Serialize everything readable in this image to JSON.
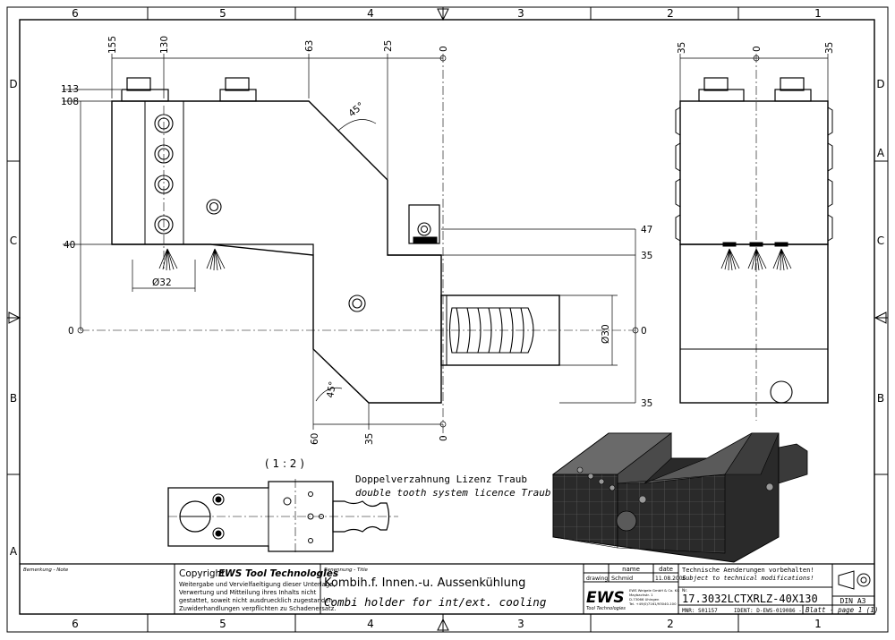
{
  "frame": {
    "columns": [
      "6",
      "5",
      "4",
      "3",
      "2",
      "1"
    ],
    "rows": [
      "D",
      "C",
      "B",
      "A"
    ]
  },
  "dimensions": {
    "top": [
      "155",
      "130",
      "63",
      "25",
      "0"
    ],
    "left": [
      "113",
      "108",
      "40",
      "0"
    ],
    "right": [
      "47",
      "35",
      "0",
      "35"
    ],
    "bottom": [
      "60",
      "35",
      "0"
    ],
    "angle_top": "45°",
    "angle_bottom": "45°",
    "diameter_32": "Ø32",
    "diameter_30": "Ø30",
    "side_top": [
      "35",
      "0",
      "35"
    ]
  },
  "scale_label": "( 1 : 2 )",
  "notes": {
    "line1": "Doppelverzahnung Lizenz Traub",
    "line2": "double tooth system licence Traub"
  },
  "title_block": {
    "remark_label": "Bemerkung - Note",
    "copyright_title": "Copyright",
    "copyright_brand": "EWS Tool Technologies",
    "copyright_lines": [
      "Weitergabe und Vervielfaeltigung dieser Unterlage,",
      "Verwertung und Mitteilung ihres Inhalts nicht",
      "gestattet, soweit nicht ausdruecklich zugestanden.",
      "Zuwiderhandlungen verpflichten zu Schadenersatz."
    ],
    "designation_label": "Benennung - Title",
    "title_de": "Kombih.f. Innen.-u. Aussenkühlung",
    "title_en": "Combi holder for int/ext. cooling",
    "name_header": "name",
    "date_header": "date",
    "drawing_label": "drawing",
    "drawn_by": "Schmid",
    "drawn_date": "11.08.2006",
    "logo_text": "EWS",
    "logo_sub": "Tool Technologies",
    "company_lines": [
      "EWS Weigele GmbH & Co. KG",
      "Maybachstr. 1",
      "D-73066 Uhingen",
      "Tel. +49(0)7161/93040-100"
    ],
    "tech_note_de": "Technische Aenderungen vorbehalten!",
    "tech_note_en": "Subject to technical modifications!",
    "nr_label": "Nr.",
    "part_number": "17.3032LCTXRLZ-40X130",
    "mnr": "MNR: S01157",
    "ident": "IDENT: D-EWS-019086 -",
    "sheet": "Blatt - page  1 (1)",
    "din": "DIN A3"
  }
}
